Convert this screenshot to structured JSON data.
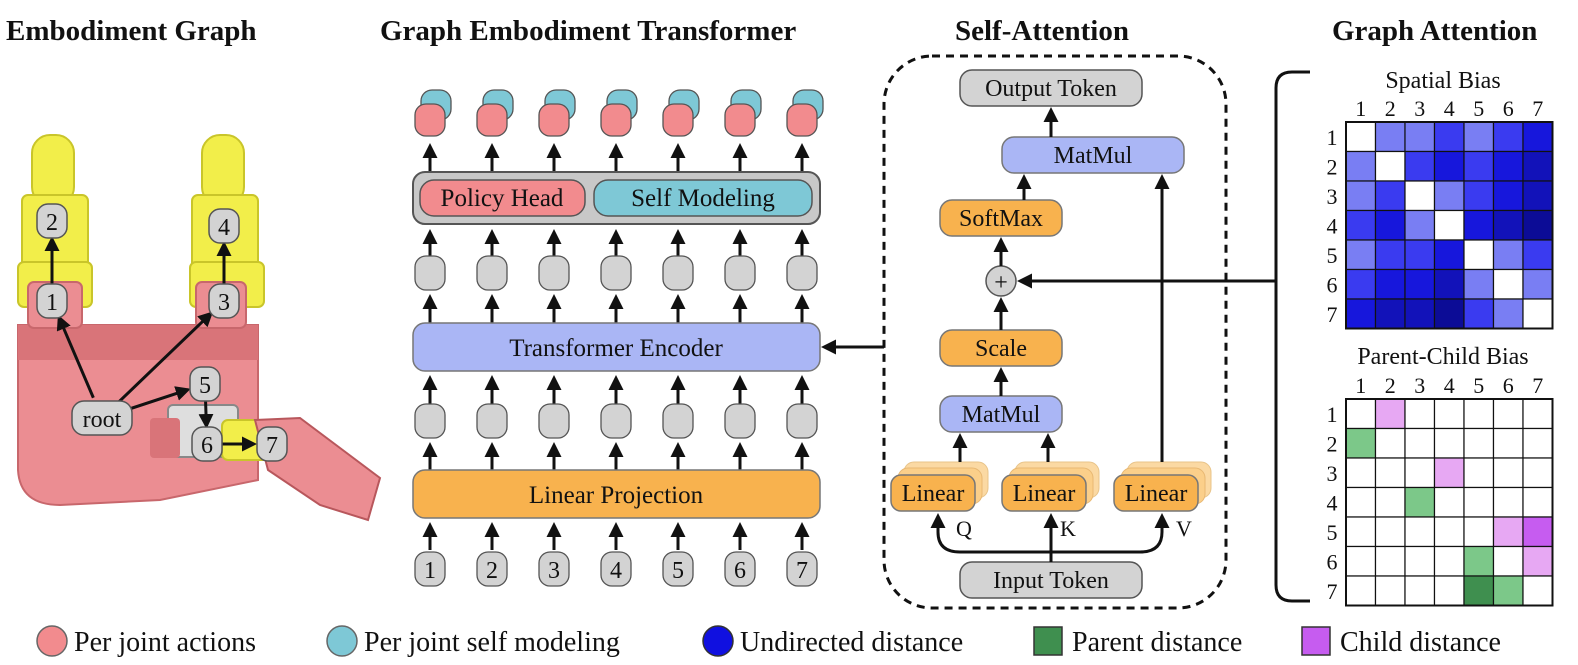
{
  "titles": {
    "embodiment_graph": "Embodiment Graph",
    "transformer": "Graph Embodiment Transformer",
    "self_attention": "Self-Attention",
    "graph_attention": "Graph Attention"
  },
  "graph": {
    "root_label": "root",
    "nodes": [
      "1",
      "2",
      "3",
      "4",
      "5",
      "6",
      "7"
    ]
  },
  "transformer": {
    "policy_head": "Policy Head",
    "self_modeling": "Self Modeling",
    "encoder": "Transformer Encoder",
    "projection": "Linear Projection",
    "inputs": [
      "1",
      "2",
      "3",
      "4",
      "5",
      "6",
      "7"
    ]
  },
  "attention": {
    "output_token": "Output Token",
    "matmul_top": "MatMul",
    "softmax": "SoftMax",
    "plus": "+",
    "scale": "Scale",
    "matmul_bottom": "MatMul",
    "linear_q": "Linear",
    "linear_k": "Linear",
    "linear_v": "Linear",
    "q": "Q",
    "k": "K",
    "v": "V",
    "input_token": "Input Token"
  },
  "matrices": {
    "spatial_title": "Spatial Bias",
    "parent_child_title": "Parent-Child Bias",
    "labels": [
      "1",
      "2",
      "3",
      "4",
      "5",
      "6",
      "7"
    ],
    "spatial_distance": [
      [
        0,
        1,
        1,
        2,
        1,
        2,
        3
      ],
      [
        1,
        0,
        2,
        3,
        2,
        3,
        4
      ],
      [
        1,
        2,
        0,
        1,
        2,
        3,
        4
      ],
      [
        2,
        3,
        1,
        0,
        3,
        4,
        5
      ],
      [
        1,
        2,
        2,
        3,
        0,
        1,
        2
      ],
      [
        2,
        3,
        3,
        4,
        1,
        0,
        1
      ],
      [
        3,
        4,
        4,
        5,
        2,
        1,
        0
      ]
    ],
    "parent_child": [
      [
        0,
        2,
        0,
        0,
        0,
        0,
        0
      ],
      [
        1,
        0,
        0,
        0,
        0,
        0,
        0
      ],
      [
        0,
        0,
        0,
        2,
        0,
        0,
        0
      ],
      [
        0,
        0,
        1,
        0,
        0,
        0,
        0
      ],
      [
        0,
        0,
        0,
        0,
        0,
        2,
        2
      ],
      [
        0,
        0,
        0,
        0,
        1,
        0,
        2
      ],
      [
        0,
        0,
        0,
        0,
        1,
        1,
        0
      ]
    ],
    "parent_distance_levels": [
      [
        0,
        0,
        0,
        0,
        0,
        0,
        0
      ],
      [
        1,
        0,
        0,
        0,
        0,
        0,
        0
      ],
      [
        0,
        0,
        0,
        0,
        0,
        0,
        0
      ],
      [
        0,
        0,
        1,
        0,
        0,
        0,
        0
      ],
      [
        0,
        0,
        0,
        0,
        0,
        0,
        0
      ],
      [
        0,
        0,
        0,
        0,
        1,
        0,
        0
      ],
      [
        0,
        0,
        0,
        0,
        2,
        1,
        0
      ]
    ],
    "child_distance_levels": [
      [
        0,
        1,
        0,
        0,
        0,
        0,
        0
      ],
      [
        0,
        0,
        0,
        0,
        0,
        0,
        0
      ],
      [
        0,
        0,
        0,
        1,
        0,
        0,
        0
      ],
      [
        0,
        0,
        0,
        0,
        0,
        0,
        0
      ],
      [
        0,
        0,
        0,
        0,
        0,
        1,
        2
      ],
      [
        0,
        0,
        0,
        0,
        0,
        0,
        1
      ],
      [
        0,
        0,
        0,
        0,
        0,
        0,
        0
      ]
    ]
  },
  "legend": {
    "actions": "Per joint actions",
    "self_modeling": "Per joint self modeling",
    "undirected": "Undirected distance",
    "parent": "Parent distance",
    "child": "Child distance"
  },
  "colors": {
    "pink": "#f28b8e",
    "cyan": "#7ec8d6",
    "gray": "#d3d3d3",
    "blue": "#aab6f5",
    "orange": "#f8b24e",
    "undirected": "#1010e0",
    "parent": "#3f8f4f",
    "child": "#c65cf0"
  }
}
